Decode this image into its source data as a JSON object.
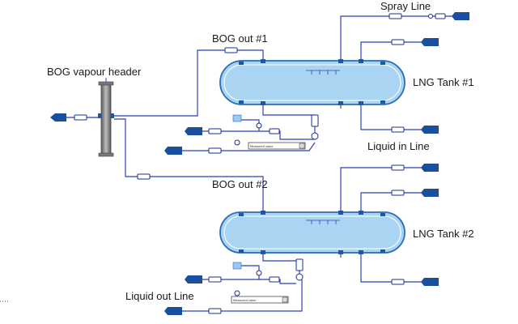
{
  "labels": {
    "spray_line": "Spray Line",
    "bog_out_1": "BOG out #1",
    "bog_vapour_header": "BOG vapour header",
    "lng_tank_1": "LNG Tank #1",
    "liquid_in_line": "Liquid in Line",
    "bog_out_2": "BOG out #2",
    "lng_tank_2": "LNG Tank #2",
    "liquid_out_line": "Liquid out Line"
  },
  "measure_boxes": [
    "Measured value",
    "Measured value"
  ],
  "colors": {
    "tank_fill": "#a9d4f2",
    "tank_stroke": "#2b6cb8",
    "pipe": "#2f3fbf",
    "arrow": "#1a4fa0",
    "header": "#8a8a8a"
  }
}
